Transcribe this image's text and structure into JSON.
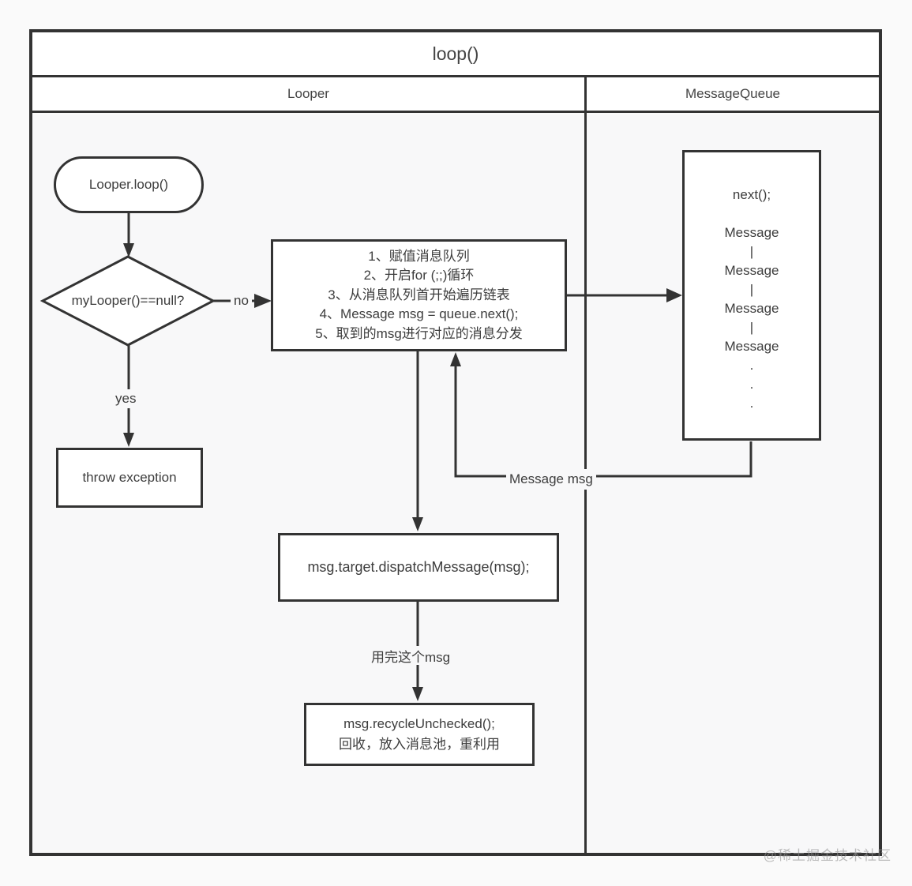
{
  "title": "loop()",
  "header": {
    "left_column": "Looper",
    "right_column": "MessageQueue"
  },
  "looper_flow": {
    "start_node": "Looper.loop()",
    "decision": "myLooper()==null?",
    "no_label": "no",
    "yes_label": "yes",
    "throw_box": "throw exception",
    "steps": [
      "1、赋值消息队列",
      "2、开启for (;;)循环",
      "3、从消息队列首开始遍历链表",
      "4、Message msg = queue.next();",
      "5、取到的msg进行对应的消息分发"
    ],
    "dispatch_box": "msg.target.dispatchMessage(msg);",
    "used_msg_label": "用完这个msg",
    "recycle_line1": "msg.recycleUnchecked();",
    "recycle_line2": "回收，放入消息池，重利用",
    "return_label": "Message msg"
  },
  "message_queue": {
    "lines": [
      "next();",
      "",
      "Message",
      "|",
      "Message",
      "|",
      "Message",
      "|",
      "Message",
      ".",
      ".",
      "."
    ]
  },
  "watermark": "@稀土掘金技术社区",
  "colors": {
    "line": "#333333",
    "text": "#3d3d3d",
    "box_fill": "#ffffff",
    "canvas_bg": "#fafafa",
    "content_bg": "#f8f8f9",
    "watermark": "#949494"
  }
}
